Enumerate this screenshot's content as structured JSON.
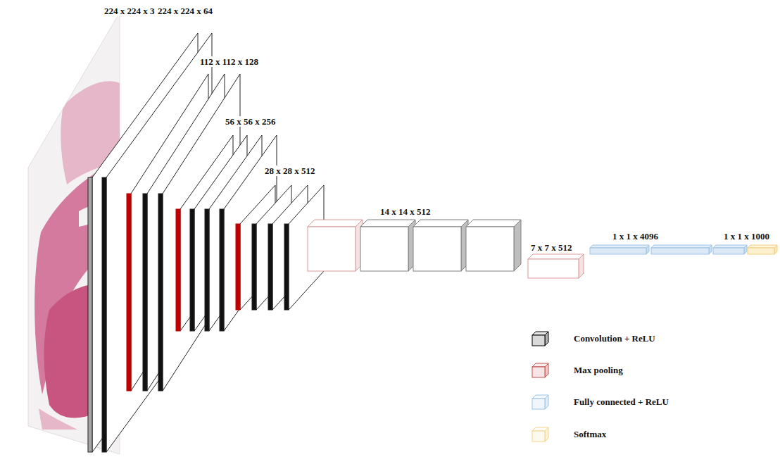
{
  "diagram": {
    "labels": [
      "224 x 224 x 3",
      "224 x 224 x 64",
      "112 x 112 x 128",
      "56 x 56 x 256",
      "28 x 28 x 512",
      "14 x 14 x 512",
      "7 x 7 x 512",
      "1 x 1 x 4096",
      "1 x 1 x 1000"
    ],
    "legend": [
      {
        "text": "Convolution + ReLU",
        "color": "#000000"
      },
      {
        "text": "Max pooling",
        "color": "#c0504d"
      },
      {
        "text": "Fully connected + ReLU",
        "color": "#9dc3e6"
      },
      {
        "text": "Softmax",
        "color": "#f4d58d"
      }
    ]
  }
}
